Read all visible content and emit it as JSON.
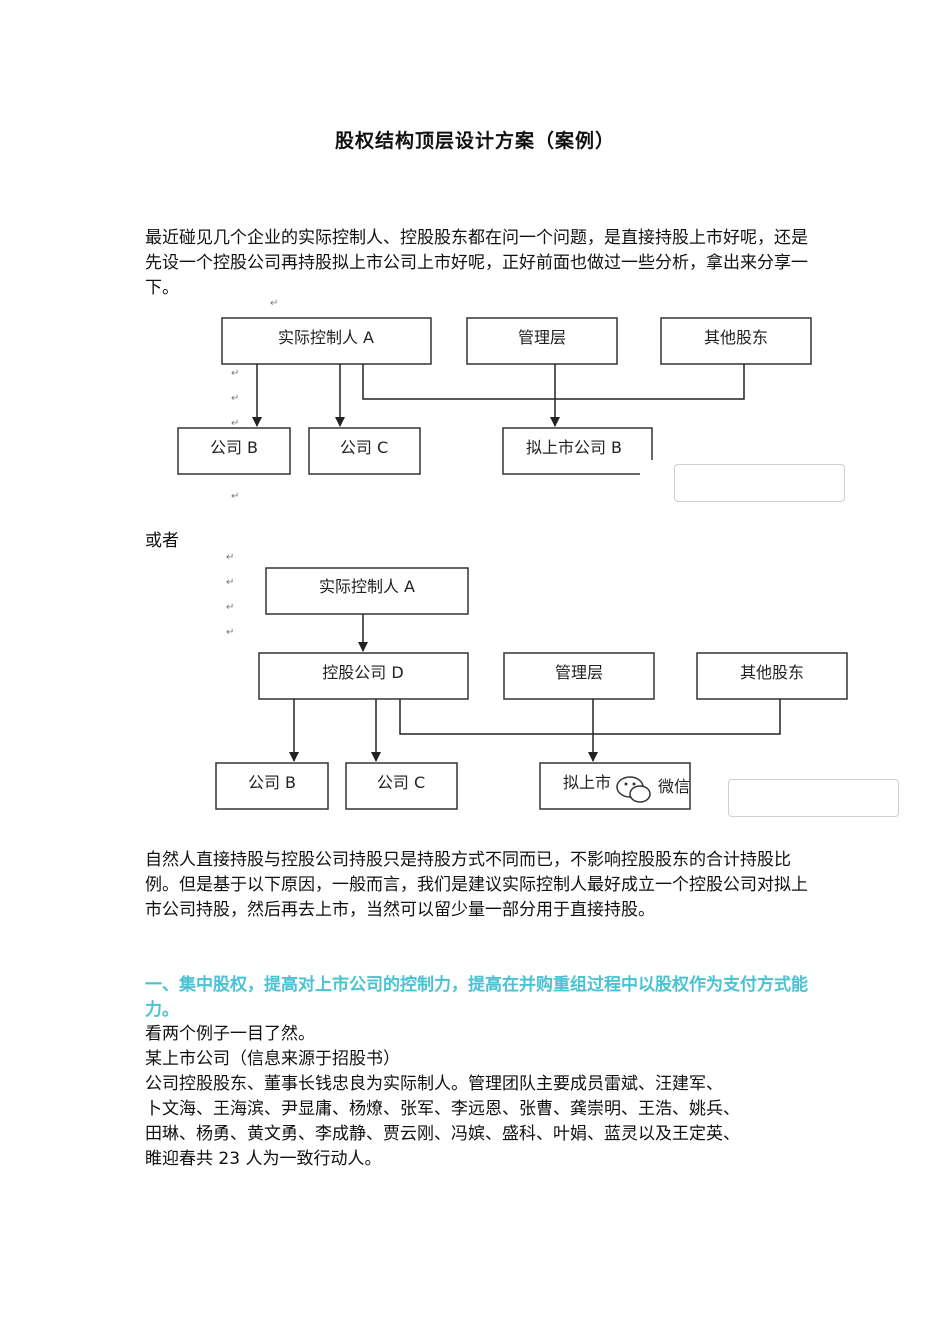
{
  "title": "股权结构顶层设计方案（案例）",
  "intro": "最近碰见几个企业的实际控制人、控股股东都在问一个问题，是直接持股上市好呢，还是先设一个控股公司再持股拟上市公司上市好呢，正好前面也做过一些分析，拿出来分享一下。",
  "return_mark": "↵",
  "diagram1": {
    "controller": "实际控制人 A",
    "management": "管理层",
    "other_shareholders": "其他股东",
    "company_b": "公司 B",
    "company_c": "公司 C",
    "ipo_company": "拟上市公司 B"
  },
  "or_text": "或者",
  "diagram2": {
    "controller": "实际控制人 A",
    "holding_company": "控股公司 D",
    "management": "管理层",
    "other_shareholders": "其他股东",
    "company_b": "公司 B",
    "company_c": "公司 C",
    "ipo_company_partial": "拟上市",
    "watermark": "微信"
  },
  "para2": "自然人直接持股与控股公司持股只是持股方式不同而已，不影响控股股东的合计持股比例。但是基于以下原因，一般而言，我们是建议实际控制人最好成立一个控股公司对拟上市公司持股，然后再去上市，当然可以留少量一部分用于直接持股。",
  "heading1": "一、集中股权，提高对上市公司的控制力，提高在并购重组过程中以股权作为支付方式能力。",
  "lines": [
    "看两个例子一目了然。",
    "某上市公司（信息来源于招股书）",
    "公司控股股东、董事长钱忠良为实际制人。管理团队主要成员雷斌、汪建军、",
    "卜文海、王海滨、尹显庸、杨燎、张军、李远恩、张曹、龚崇明、王浩、姚兵、",
    "田琳、杨勇、黄文勇、李成静、贾云刚、冯嫔、盛科、叶娟、蓝灵以及王定英、",
    "睢迎春共 23 人为一致行动人。"
  ],
  "colors": {
    "heading": "#4bc2d3",
    "box_border": "#333333"
  }
}
